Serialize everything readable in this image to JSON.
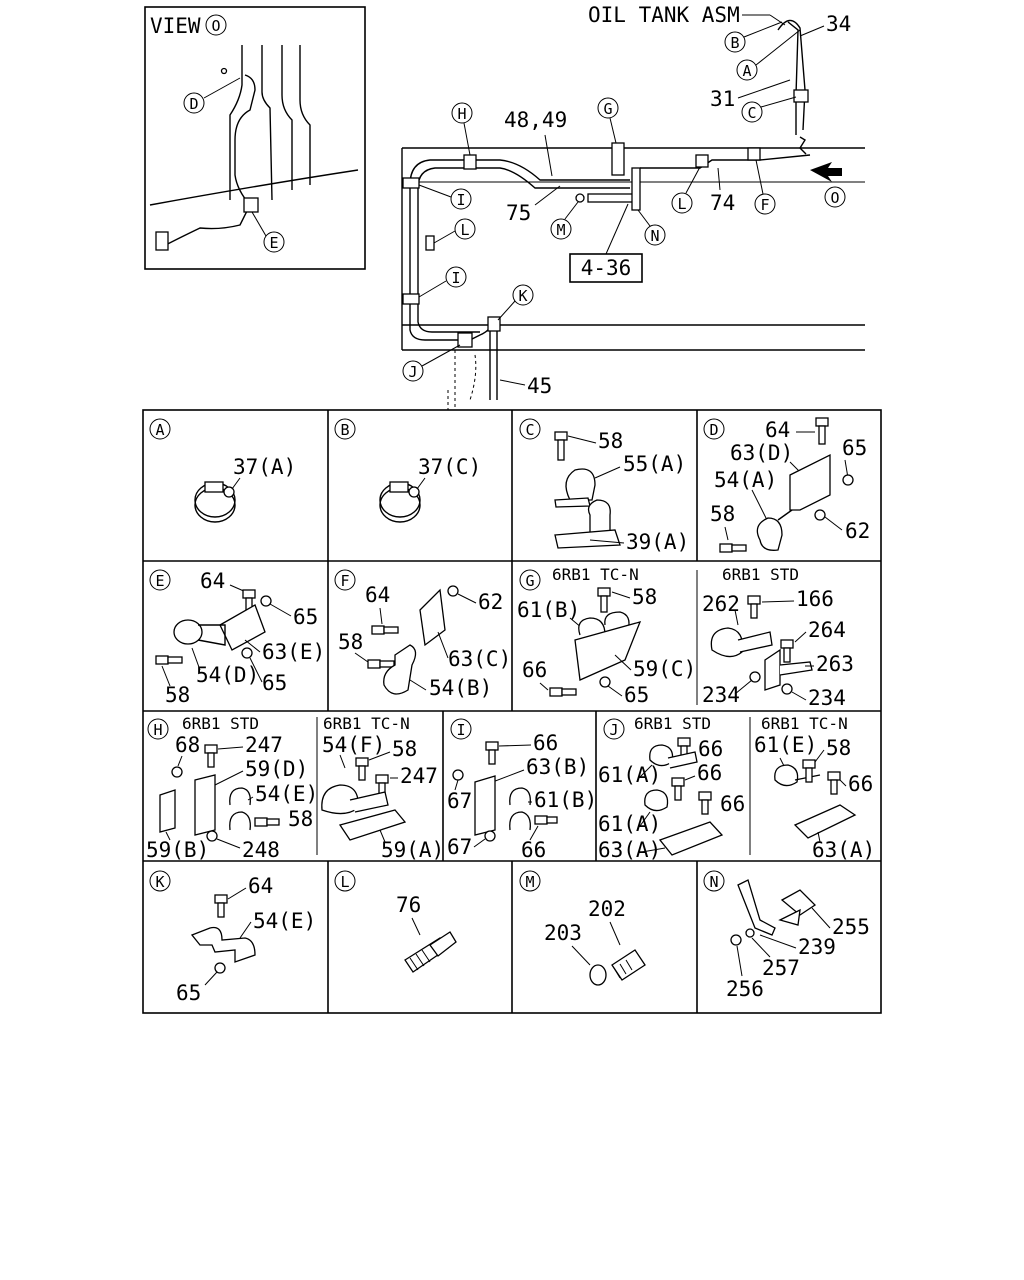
{
  "top": {
    "view_title": "VIEW",
    "view_ref": "O",
    "oil_tank_label": "OIL TANK ASM",
    "view_callouts": [
      "D",
      "E"
    ],
    "main_numbers": {
      "n34": "34",
      "n31": "31",
      "n4849": "48,49",
      "n75": "75",
      "n74": "74",
      "n45": "45",
      "ref436": "4-36"
    },
    "main_callouts": {
      "B": "B",
      "A": "A",
      "C": "C",
      "G": "G",
      "H": "H",
      "I1": "I",
      "L1": "L",
      "I2": "I",
      "K": "K",
      "J": "J",
      "M": "M",
      "N": "N",
      "L2": "L",
      "F": "F",
      "O": "O"
    }
  },
  "grid": {
    "cells": {
      "A": {
        "letter": "A",
        "labels": [
          "37(A)"
        ]
      },
      "B": {
        "letter": "B",
        "labels": [
          "37(C)"
        ]
      },
      "C": {
        "letter": "C",
        "labels": [
          "58",
          "55(A)",
          "39(A)"
        ]
      },
      "D": {
        "letter": "D",
        "labels": [
          "64",
          "63(D)",
          "65",
          "54(A)",
          "58",
          "62"
        ]
      },
      "E": {
        "letter": "E",
        "labels": [
          "64",
          "65",
          "63(E)",
          "54(D)",
          "65",
          "58"
        ]
      },
      "F": {
        "letter": "F",
        "labels": [
          "64",
          "62",
          "58",
          "63(C)",
          "54(B)"
        ]
      },
      "G": {
        "letter": "G",
        "variants": [
          "6RB1 TC-N",
          "6RB1 STD"
        ],
        "labels": [
          "58",
          "61(B)",
          "59(C)",
          "66",
          "65",
          "262",
          "166",
          "264",
          "263",
          "234",
          "234"
        ]
      },
      "H": {
        "letter": "H",
        "variants": [
          "6RB1 STD",
          "6RB1 TC-N"
        ],
        "labels": [
          "68",
          "247",
          "59(D)",
          "54(E)",
          "58",
          "59(B)",
          "248",
          "54(F)",
          "58",
          "247",
          "59(A)"
        ]
      },
      "I": {
        "letter": "I",
        "labels": [
          "66",
          "63(B)",
          "67",
          "61(B)",
          "67",
          "66"
        ]
      },
      "J": {
        "letter": "J",
        "variants": [
          "6RB1 STD",
          "6RB1 TC-N"
        ],
        "labels": [
          "66",
          "61(A)",
          "66",
          "66",
          "61(A)",
          "63(A)",
          "61(E)",
          "58",
          "66",
          "63(A)"
        ]
      },
      "K": {
        "letter": "K",
        "labels": [
          "64",
          "54(E)",
          "65"
        ]
      },
      "L": {
        "letter": "L",
        "labels": [
          "76"
        ]
      },
      "M": {
        "letter": "M",
        "labels": [
          "202",
          "203"
        ]
      },
      "N": {
        "letter": "N",
        "labels": [
          "255",
          "239",
          "257",
          "256"
        ]
      }
    }
  }
}
